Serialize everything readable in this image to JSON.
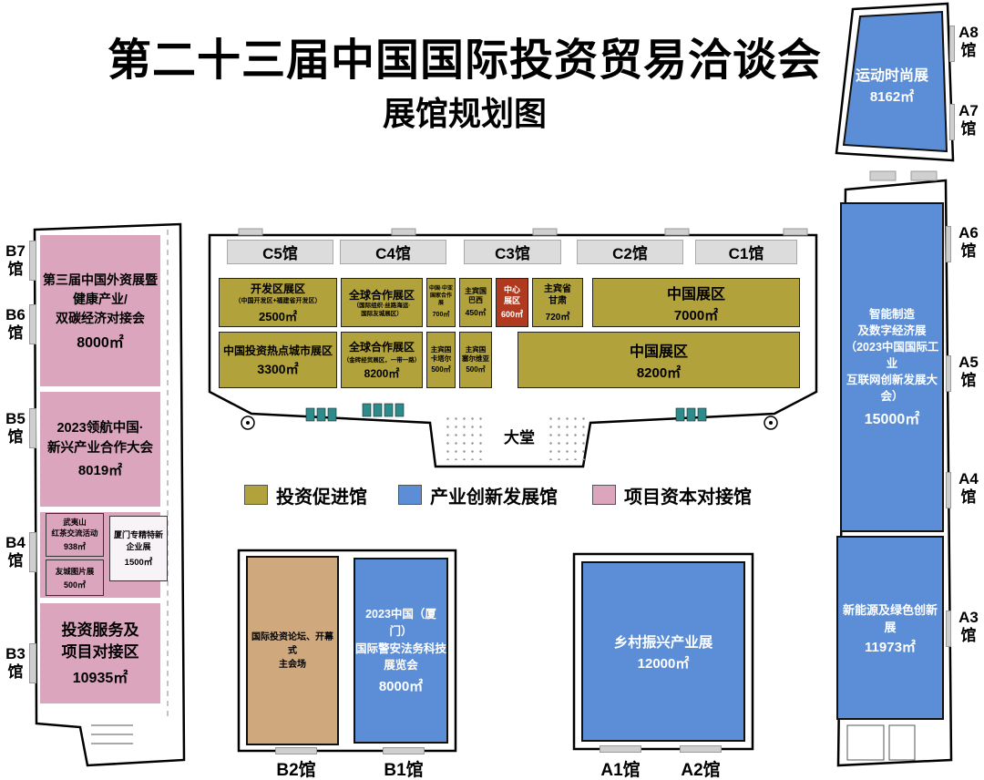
{
  "title": "第二十三届中国国际投资贸易洽谈会",
  "subtitle": "展馆规划图",
  "lobby_label": "大堂",
  "legend": [
    {
      "label": "投资促进馆",
      "color": "#b2a23b"
    },
    {
      "label": "产业创新发展馆",
      "color": "#5b8ed6"
    },
    {
      "label": "项目资本对接馆",
      "color": "#dba6bd"
    }
  ],
  "tabs": {
    "c5": "C5馆",
    "c4": "C4馆",
    "c3": "C3馆",
    "c2": "C2馆",
    "c1": "C1馆",
    "a8": "A8\n馆",
    "a7": "A7\n馆",
    "a6": "A6\n馆",
    "a5": "A5\n馆",
    "a4": "A4\n馆",
    "a3": "A3\n馆",
    "b7": "B7\n馆",
    "b6": "B6\n馆",
    "b5": "B5\n馆",
    "b4": "B4\n馆",
    "b3": "B3\n馆",
    "b2": "B2馆",
    "b1": "B1馆",
    "a1": "A1馆",
    "a2": "A2馆"
  },
  "zones": {
    "sport": {
      "name": "运动时尚展",
      "area": "8162㎡"
    },
    "smart": {
      "name": "智能制造\n及数字经济展\n（2023中国国际工业\n互联网创新发展大会）",
      "area": "15000㎡"
    },
    "energy": {
      "name": "新能源及绿色创新展",
      "area": "11973㎡"
    },
    "foreign": {
      "name": "第三届中国外资展暨\n健康产业/\n双碳经济对接会",
      "area": "8000㎡"
    },
    "pilot": {
      "name": "2023领航中国·\n新兴产业合作大会",
      "area": "8019㎡"
    },
    "tea": {
      "name": "武夷山\n红茶交流活动",
      "area": "938㎡"
    },
    "photo": {
      "name": "友城图片展",
      "area": "500㎡"
    },
    "srdi": {
      "name": "厦门专精特新\n企业展",
      "area": "1500㎡"
    },
    "service": {
      "name": "投资服务及\n项目对接区",
      "area": "10935㎡"
    },
    "dev": {
      "name": "开发区展区",
      "sub": "（中国开发区+福建省开发区）",
      "area": "2500㎡"
    },
    "global1": {
      "name": "全球合作展区",
      "sub": "（国际组织·丝路海运·\n国际友城展区）",
      "area": ""
    },
    "centralasia": {
      "name": "中国·中亚国家合作展",
      "area": "700㎡"
    },
    "brazil": {
      "name": "主宾国\n巴西",
      "area": "450㎡"
    },
    "central": {
      "name": "中心\n展区",
      "area": "600㎡"
    },
    "gansu": {
      "name": "主宾省\n甘肃",
      "area": "720㎡"
    },
    "china1": {
      "name": "中国展区",
      "area": "7000㎡"
    },
    "hotcity": {
      "name": "中国投资热点城市展区",
      "area": "3300㎡"
    },
    "global2": {
      "name": "全球合作展区",
      "sub": "（金砖经贸展区，一带一路）",
      "area": "8200㎡"
    },
    "qatar": {
      "name": "主宾国\n卡塔尔",
      "area": "500㎡"
    },
    "serbia": {
      "name": "主宾国\n塞尔维亚",
      "area": "500㎡"
    },
    "china2": {
      "name": "中国展区",
      "area": "8200㎡"
    },
    "forum": {
      "name": "国际投资论坛、开幕式\n主会场"
    },
    "legal": {
      "name": "2023中国（厦门）\n国际警安法务科技\n展览会",
      "area": "8000㎡"
    },
    "rural": {
      "name": "乡村振兴产业展",
      "area": "12000㎡"
    }
  }
}
